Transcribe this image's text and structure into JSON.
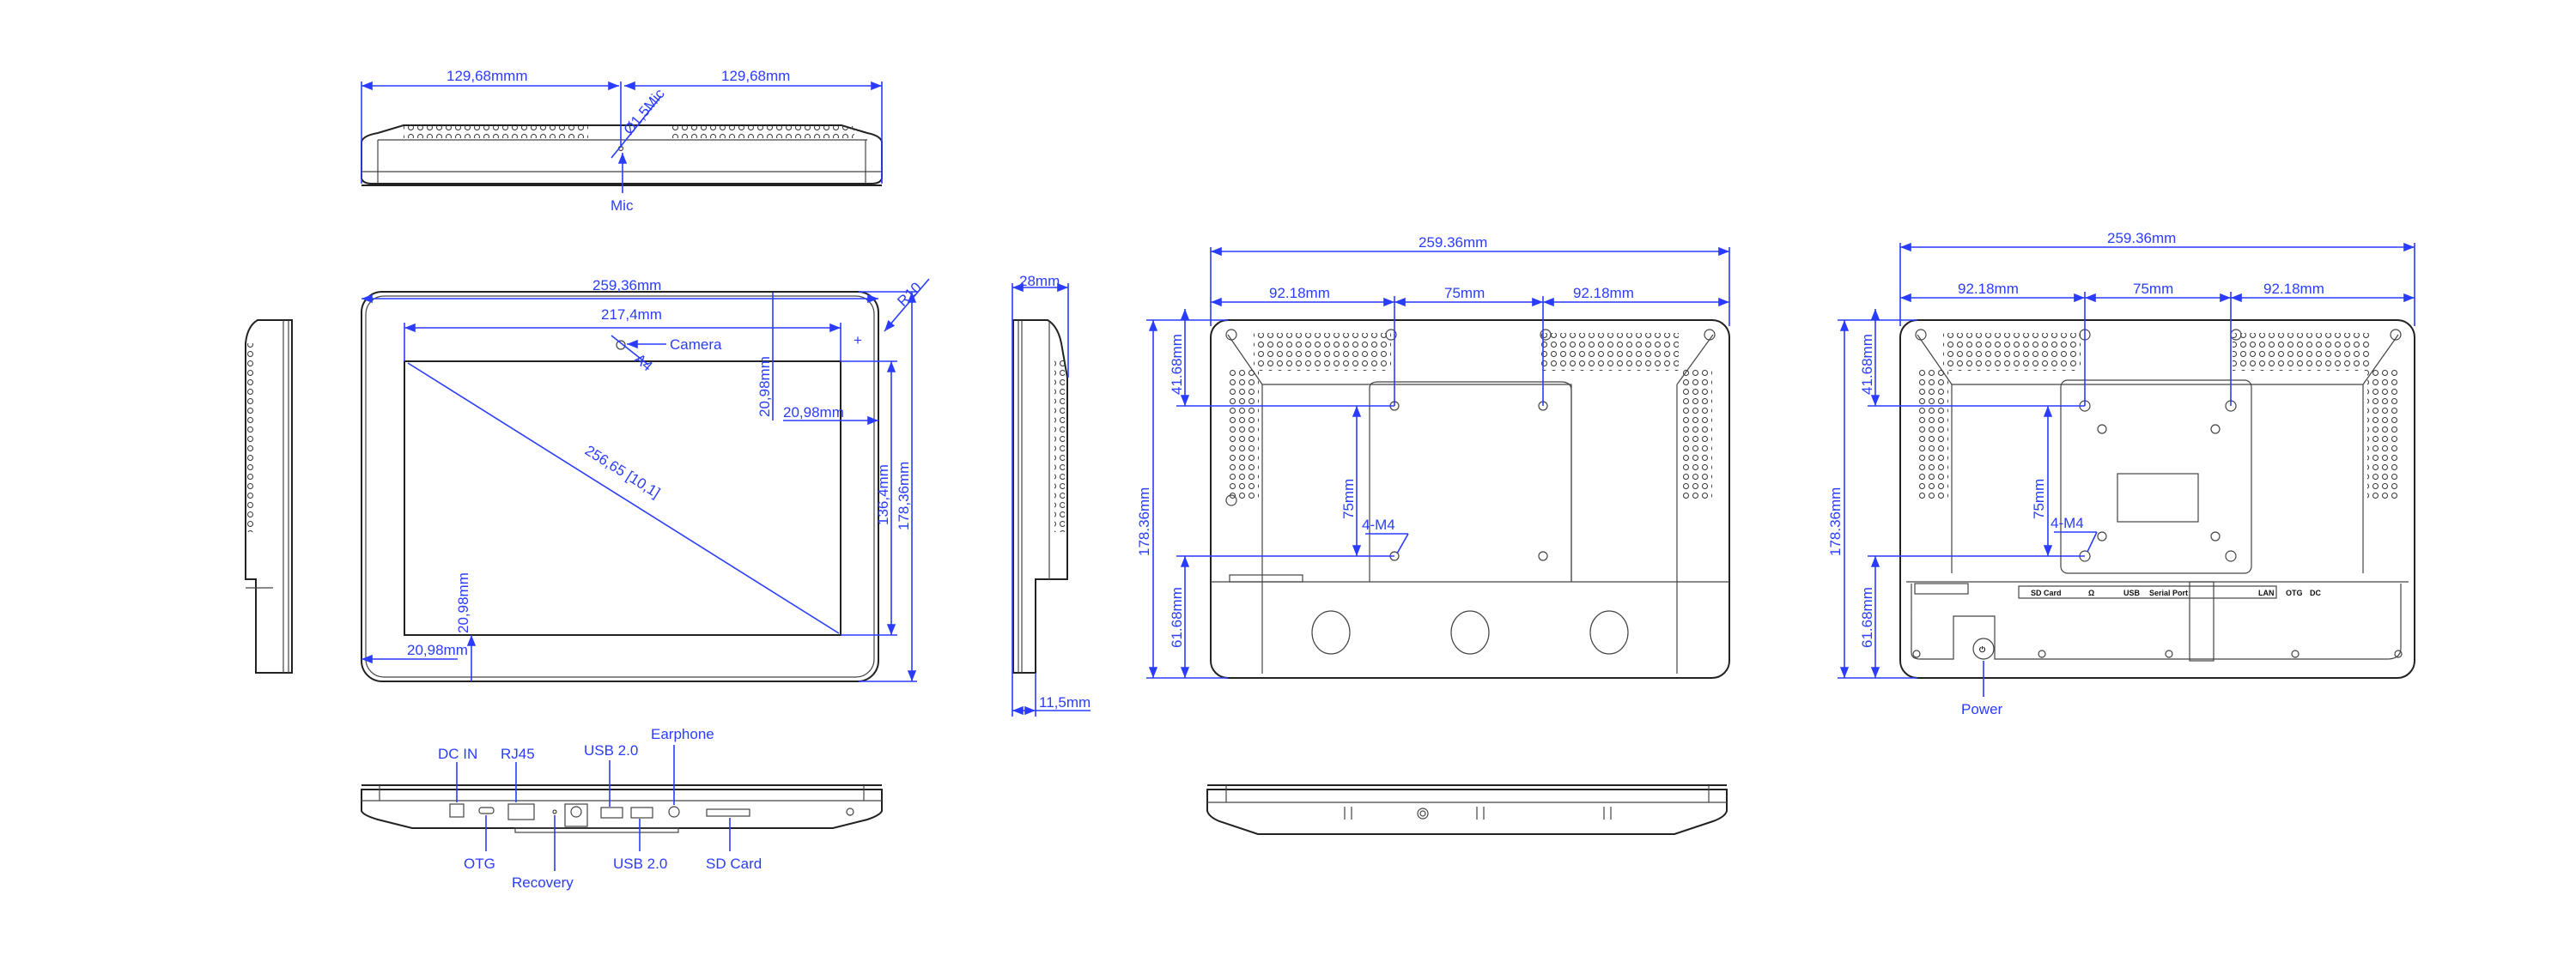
{
  "colors": {
    "dimension": "#2a3cff",
    "outline": "#222222"
  },
  "top_view": {
    "left_width": "129,68mmm",
    "right_width": "129,68mm",
    "mic_hole": "Ø1,5Mic",
    "mic_label": "Mic"
  },
  "front_view": {
    "overall_width": "259,36mm",
    "screen_width": "217,4mm",
    "corner_radius": "R10",
    "camera_label": "Camera",
    "camera_hole": "A4",
    "top_bezel": "20,98mm",
    "right_bezel": "20,98mm",
    "left_bezel": "20,98mm",
    "bottom_bezel": "20,98mm",
    "diagonal": "256,65 [10,1]",
    "screen_height": "136,4mm",
    "overall_height": "178,36mm"
  },
  "side_view": {
    "depth": "28mm",
    "base_depth": "11,5mm"
  },
  "back_view": {
    "overall_width": "259.36mm",
    "left_offset": "92.18mm",
    "vesa_spacing": "75mm",
    "right_offset": "92.18mm",
    "top_offset": "41.68mm",
    "overall_height": "178.36mm",
    "vesa_vertical": "75mm",
    "bottom_offset": "61.68mm",
    "screw_spec": "4-M4"
  },
  "back_view_2": {
    "overall_width": "259.36mm",
    "left_offset": "92.18mm",
    "vesa_spacing": "75mm",
    "right_offset": "92.18mm",
    "top_offset": "41.68mm",
    "overall_height": "178.36mm",
    "vesa_vertical": "75mm",
    "bottom_offset": "61.68mm",
    "screw_spec": "4-M4",
    "port_labels": [
      "SD Card",
      "USB",
      "Serial Port",
      "LAN",
      "OTG",
      "DC"
    ],
    "power_label": "Power"
  },
  "bottom_view": {
    "ports_top": [
      "DC IN",
      "RJ45",
      "USB 2.0",
      "Earphone"
    ],
    "ports_bottom": [
      "OTG",
      "Recovery",
      "USB 2.0",
      "SD Card"
    ]
  }
}
